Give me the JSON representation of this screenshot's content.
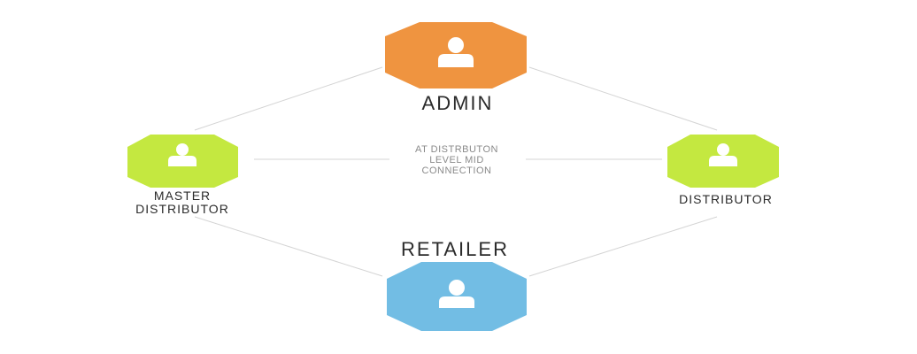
{
  "colors": {
    "admin": "#ef9440",
    "master_distributor": "#c4e840",
    "distributor": "#c4e840",
    "retailer": "#72bde4",
    "icon": "#ffffff",
    "line": "#d4d4d4"
  },
  "nodes": {
    "admin": {
      "label": "ADMIN",
      "icon": "user-icon"
    },
    "master_distributor": {
      "label_line1": "MASTER",
      "label_line2": "DISTRIBUTOR",
      "icon": "user-icon"
    },
    "distributor": {
      "label": "DISTRIBUTOR",
      "icon": "user-icon"
    },
    "retailer": {
      "label": "RETAILER",
      "icon": "user-icon"
    }
  },
  "mid_connection": {
    "line1": "AT DISTRBUTON",
    "line2": "LEVEL MID",
    "line3": "CONNECTION"
  }
}
